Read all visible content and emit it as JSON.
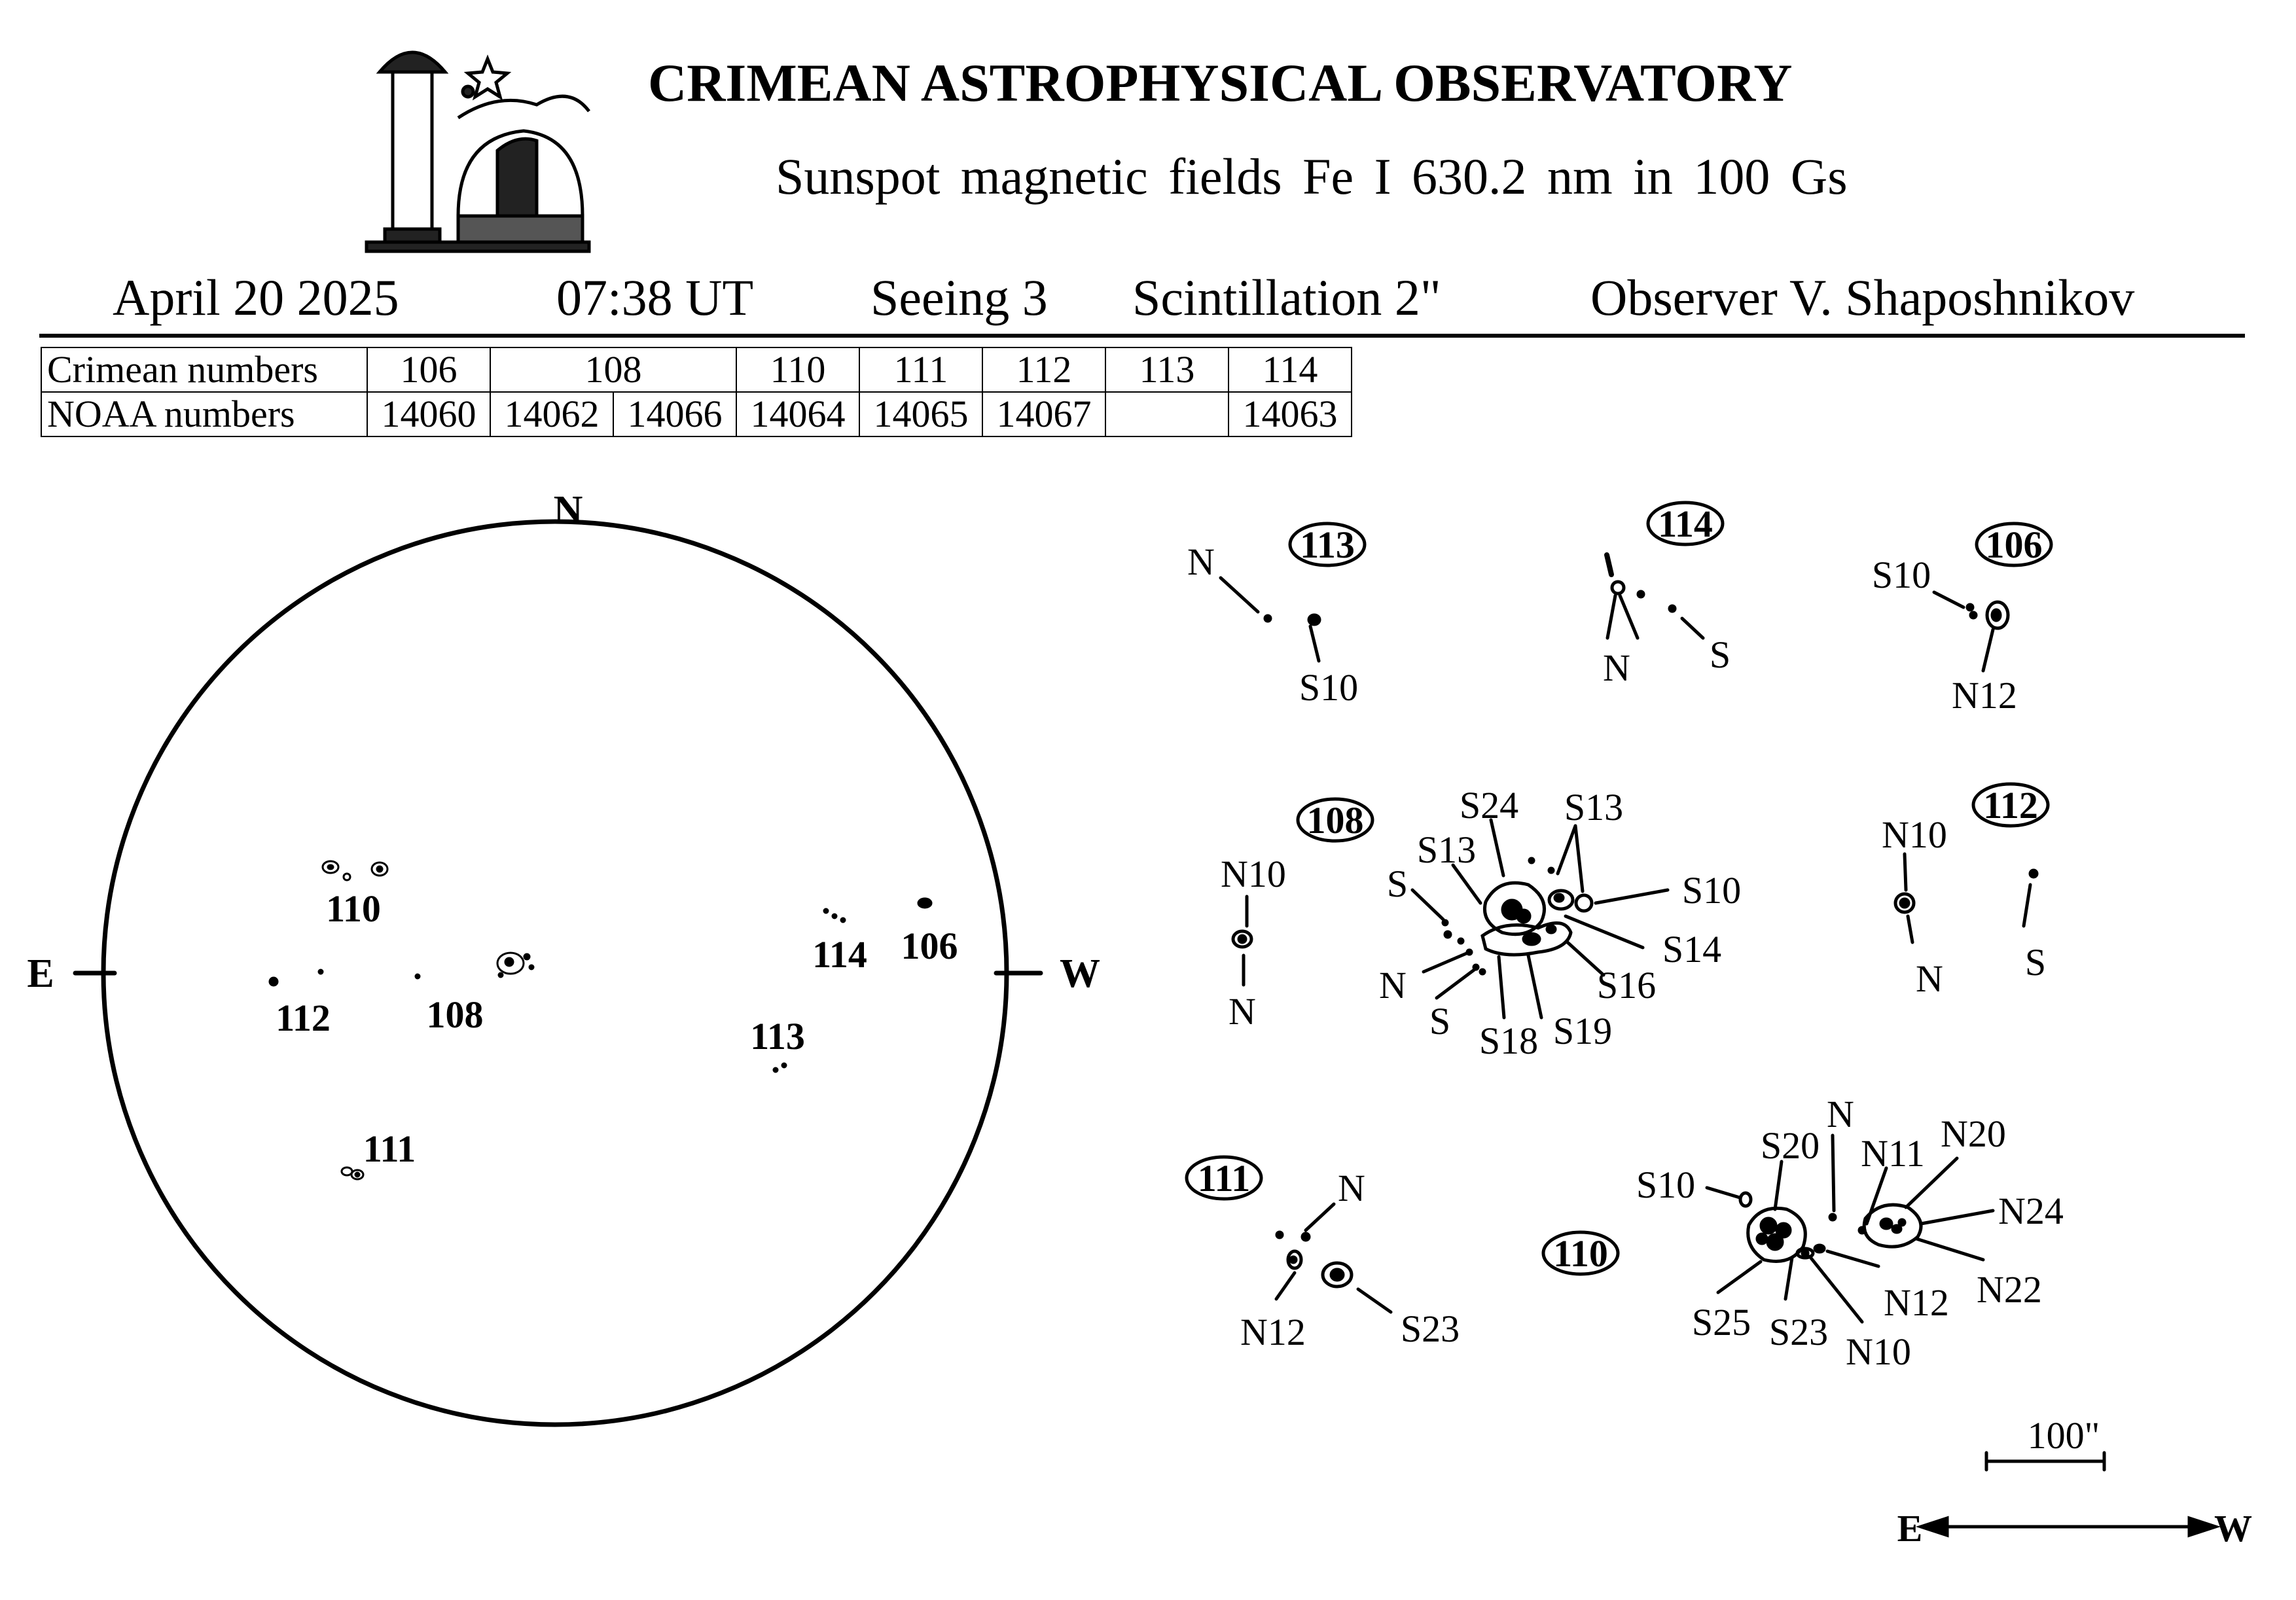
{
  "header": {
    "title": "CRIMEAN ASTROPHYSICAL OBSERVATORY",
    "subtitle": "Sunspot  magnetic  fields  Fe I 630.2 nm in 100 Gs"
  },
  "observation": {
    "date": "April  20  2025",
    "time": "07:38 UT",
    "seeing": "Seeing  3",
    "scintillation": "Scintillation   2\"",
    "observer": "Observer  V. Shaposhnikov"
  },
  "table": {
    "crimean_label": "Crimean numbers",
    "noaa_label": "NOAA numbers",
    "crimean": [
      "106",
      "108",
      "110",
      "111",
      "112",
      "113",
      "114"
    ],
    "noaa": [
      "14060",
      "14062",
      "14066",
      "14064",
      "14065",
      "14067",
      "",
      "14063"
    ]
  },
  "disk": {
    "north": "N",
    "east": "E",
    "west": "W",
    "regions": [
      "110",
      "112",
      "108",
      "114",
      "106",
      "113",
      "111"
    ]
  },
  "panels": {
    "r113": {
      "num": "113",
      "labels": [
        "N",
        "S10"
      ]
    },
    "r114": {
      "num": "114",
      "labels": [
        "N",
        "S"
      ]
    },
    "r106": {
      "num": "106",
      "labels": [
        "S10",
        "N12"
      ]
    },
    "r108": {
      "num": "108",
      "labels": [
        "N10",
        "N",
        "S24",
        "S13",
        "S13",
        "S",
        "S10",
        "S14",
        "S16",
        "N",
        "S",
        "S18",
        "S19"
      ]
    },
    "r112": {
      "num": "112",
      "labels": [
        "N10",
        "N",
        "S"
      ]
    },
    "r111": {
      "num": "111",
      "labels": [
        "N",
        "N12",
        "S23"
      ]
    },
    "r110": {
      "num": "110",
      "labels": [
        "N",
        "S20",
        "N11",
        "N20",
        "S10",
        "N24",
        "N22",
        "N12",
        "S25",
        "S23",
        "N10"
      ]
    }
  },
  "scale": {
    "label": "100\"",
    "east": "E",
    "west": "W"
  }
}
